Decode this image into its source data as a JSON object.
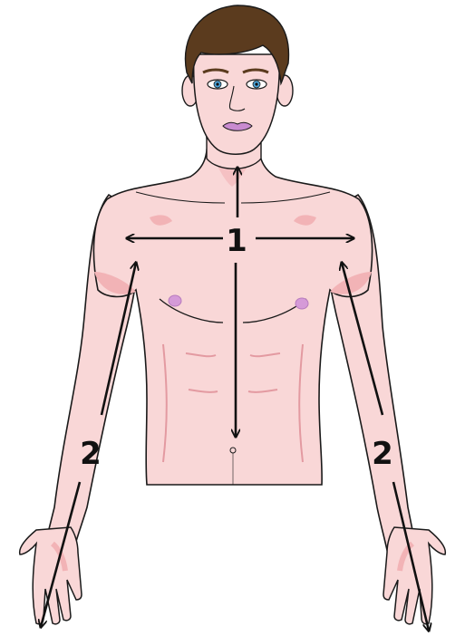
{
  "diagram": {
    "labels": {
      "center_number": "1",
      "left_arm_number": "2",
      "right_arm_number": "2"
    },
    "colors": {
      "skin": "#f9d7d7",
      "skin_shade": "#f2b3b6",
      "outline": "#1a1a1a",
      "hair": "#5b3b1e",
      "lips": "#c98bd0",
      "nipple": "#d59ad8",
      "eye_iris": "#4aa3d9",
      "arrow": "#111111"
    }
  }
}
